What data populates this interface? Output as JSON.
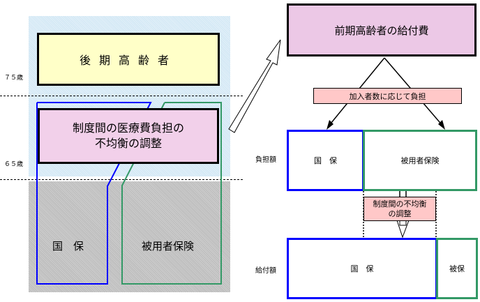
{
  "left_diagram": {
    "late_elderly_label": "後期高齢者",
    "adjustment_label_line1": "制度間の医療費負担の",
    "adjustment_label_line2": "不均衡の調整",
    "age_75_label": "７５歳",
    "age_65_label": "６５歳",
    "kokuho_label": "国　保",
    "employee_insurance_label": "被用者保険"
  },
  "right_diagram": {
    "top_box_label": "前期高齢者の給付費",
    "burden_note": "加入者数に応じて負担",
    "burden_row_label": "負担額",
    "burden_kokuho": "国　保",
    "burden_employee": "被用者保険",
    "adjustment_note_line1": "制度間の不均衡",
    "adjustment_note_line2": "の調整",
    "benefit_row_label": "給付額",
    "benefit_kokuho": "国　保",
    "benefit_employee": "被保"
  },
  "colors": {
    "kokuho": "#0000ff",
    "employee": "#339966",
    "pink": "#f2d0ea",
    "yellow": "#ffffc8",
    "note": "#ffc8c8"
  }
}
